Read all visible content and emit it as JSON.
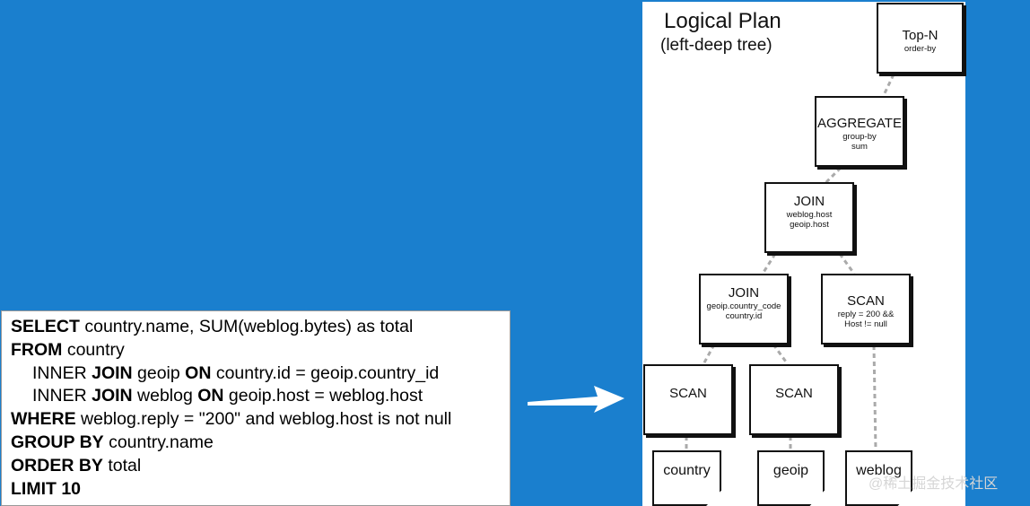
{
  "sql": {
    "l1": {
      "kw": "SELECT",
      "rest": " country.name, SUM(weblog.bytes) as total"
    },
    "l2": {
      "kw": "FROM",
      "rest": " country"
    },
    "l3": {
      "a": "INNER ",
      "kw1": "JOIN",
      "b": " geoip ",
      "kw2": "ON",
      "c": " country.id = geoip.country_id"
    },
    "l4": {
      "a": "INNER ",
      "kw1": "JOIN",
      "b": " weblog ",
      "kw2": "ON",
      "c": " geoip.host = weblog.host"
    },
    "l5": {
      "kw": "WHERE",
      "rest": " weblog.reply = \"200\" and weblog.host is not null"
    },
    "l6": {
      "kw": "GROUP BY",
      "rest": " country.name"
    },
    "l7": {
      "kw": "ORDER BY",
      "rest": " total"
    },
    "l8": {
      "kw": "LIMIT 10",
      "rest": ""
    }
  },
  "plan": {
    "title": "Logical Plan",
    "subtitle": "(left-deep tree)",
    "topn": {
      "title": "Top-N",
      "sub": "order-by"
    },
    "aggregate": {
      "title": "AGGREGATE",
      "sub1": "group-by",
      "sub2": "sum"
    },
    "join_top": {
      "title": "JOIN",
      "sub1": "weblog.host",
      "sub2": "geoip.host"
    },
    "join_left": {
      "title": "JOIN",
      "sub1": "geoip.country_code",
      "sub2": "country.id"
    },
    "scan_weblog": {
      "title": "SCAN",
      "sub1": "reply = 200 &&",
      "sub2": "Host != null"
    },
    "scan_country": {
      "title": "SCAN"
    },
    "scan_geoip": {
      "title": "SCAN"
    },
    "tables": {
      "country": "country",
      "geoip": "geoip",
      "weblog": "weblog"
    }
  },
  "watermark": "@稀土掘金技术社区",
  "colors": {
    "background": "#1a7fce",
    "edge": "#aaaaaa"
  }
}
